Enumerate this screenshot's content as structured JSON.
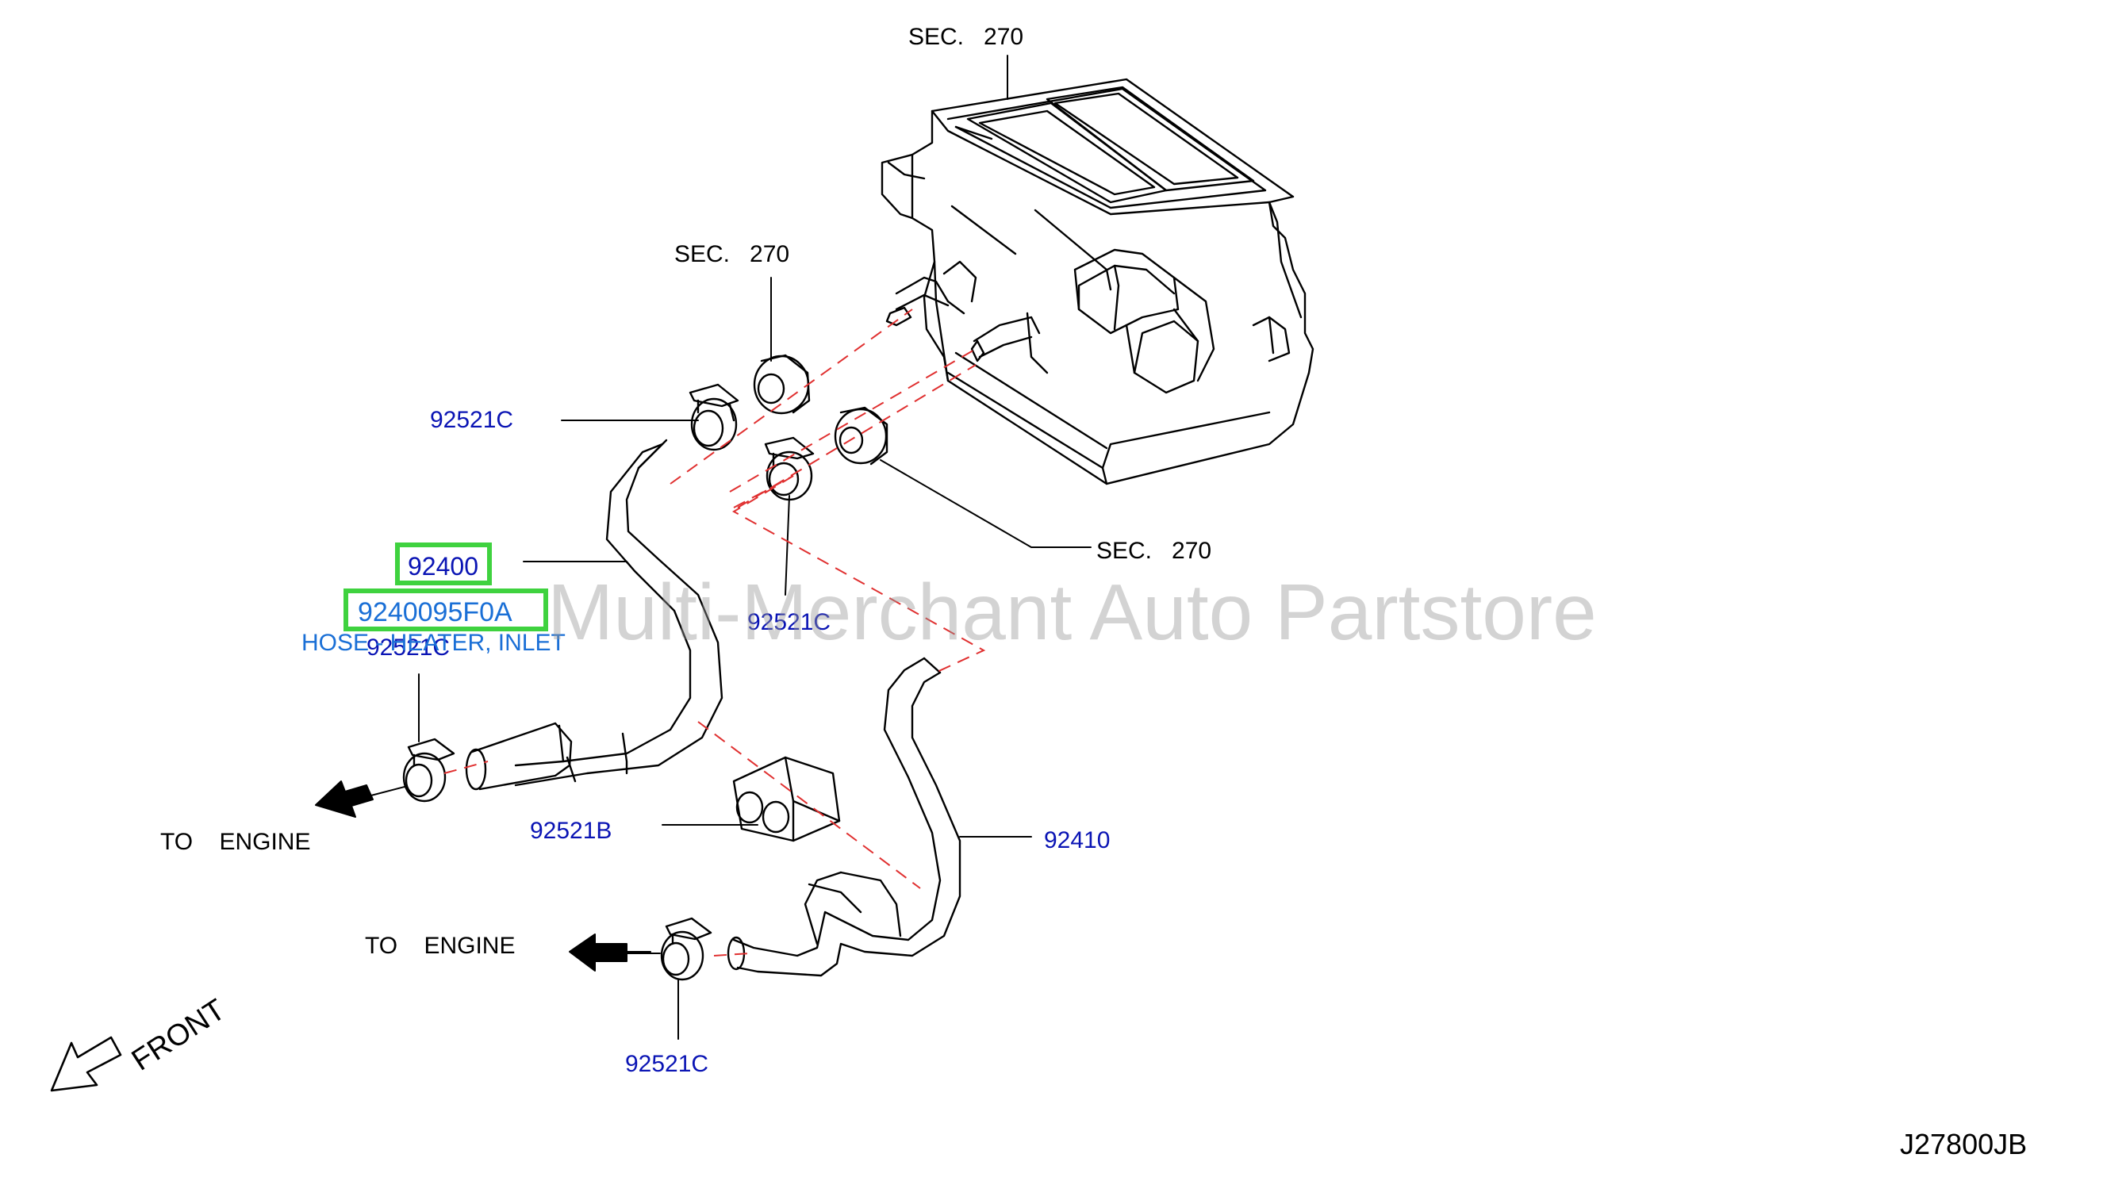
{
  "labels": {
    "sec_top": "SEC.   270",
    "sec_mid": "SEC.   270",
    "sec_right": "SEC.   270",
    "clamp_upper": "92521C",
    "clamp_mid": "92521C",
    "clamp_left": "92521C",
    "clamp_bottom": "92521C",
    "grommet": "92521B",
    "hose_outlet": "92410",
    "to_engine_1": "TO    ENGINE",
    "to_engine_2": "TO    ENGINE",
    "front": "FRONT",
    "diagram_code": "J27800JB"
  },
  "highlight": {
    "part_group": "92400",
    "part_number": "9240095F0A",
    "description": "HOSE - HEATER, INLET"
  },
  "watermark": "Multi-Merchant Auto Partstore",
  "colors": {
    "highlight_border": "#3fd23f",
    "part_label_blue": "#0a14b4",
    "link_blue": "#1a6fd6",
    "centerline_red": "#e03030"
  }
}
